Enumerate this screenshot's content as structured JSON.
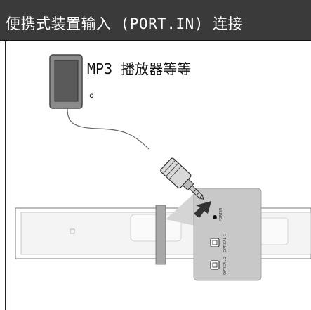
{
  "header": {
    "title": "便携式装置输入 (PORT.IN) 连接"
  },
  "device": {
    "label": "MP3 播放器等等",
    "label_suffix": "。"
  },
  "panel": {
    "port_in_label": "PORT.IN",
    "optical_1_label": "OPTICAL 1",
    "optical_2_label": "OPTICAL 2"
  },
  "colors": {
    "header_bg": "#3a3a3a",
    "device_body": "#8a8a8a",
    "device_screen": "#5a5a5a",
    "panel_bg": "#c8c8c8"
  }
}
